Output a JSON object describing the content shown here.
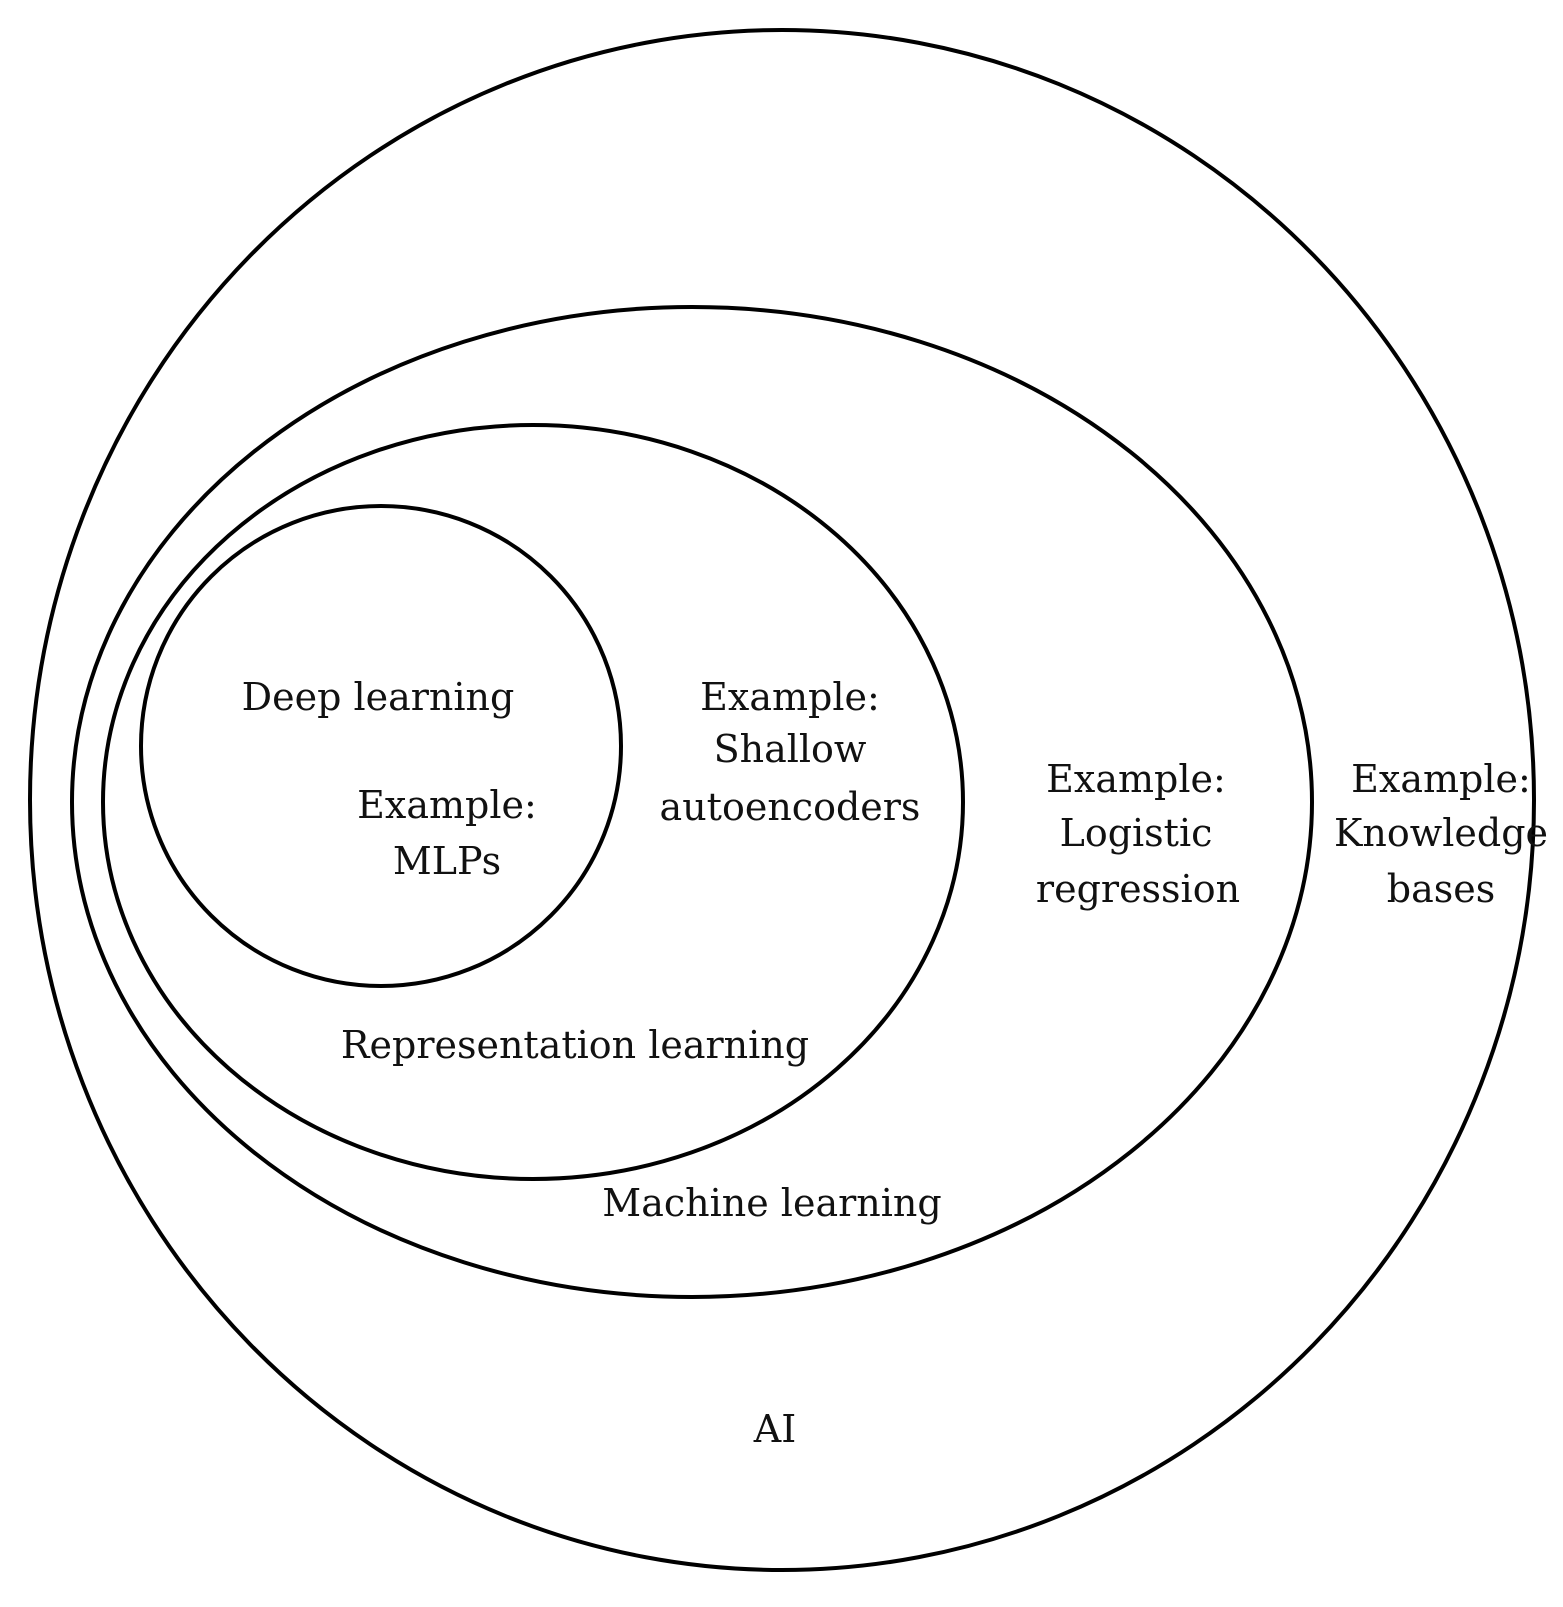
{
  "diagram": {
    "ai": {
      "name": "AI",
      "example": [
        "Example:",
        "Knowledge",
        "bases"
      ]
    },
    "machine_learning": {
      "name": "Machine learning",
      "example": [
        "Example:",
        "Logistic",
        "regression"
      ]
    },
    "representation_learning": {
      "name": "Representation learning",
      "example": [
        "Example:",
        "Shallow",
        "autoencoders"
      ]
    },
    "deep_learning": {
      "name": "Deep learning",
      "example": [
        "Example:",
        "MLPs"
      ]
    }
  }
}
